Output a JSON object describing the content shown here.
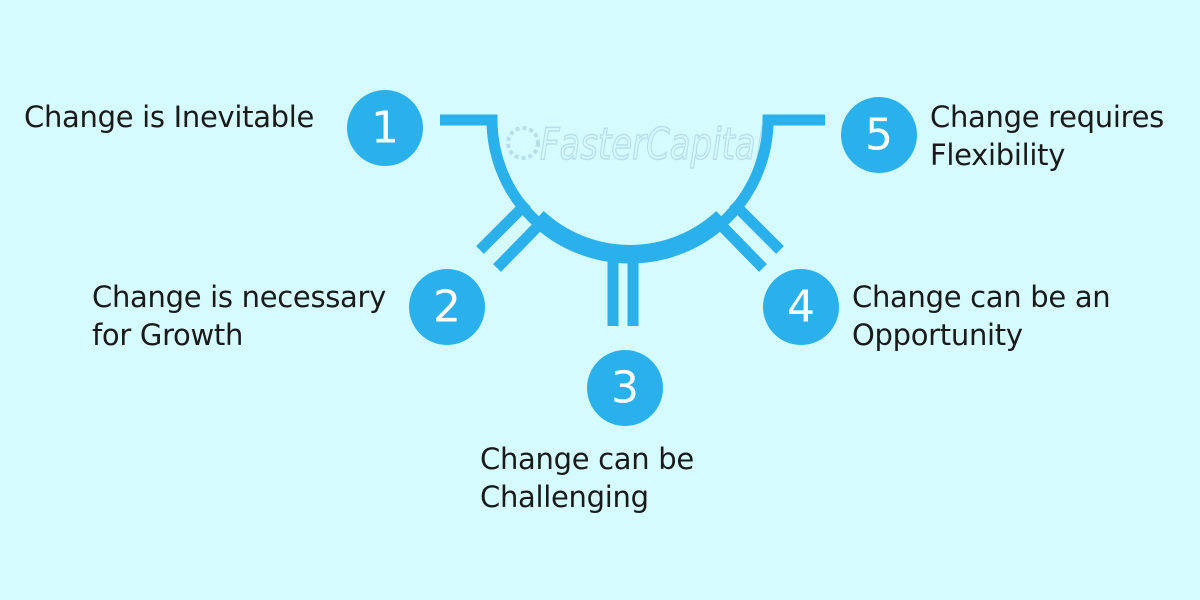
{
  "colors": {
    "background": "#d6fbfe",
    "accent": "#2ab0ea",
    "number": "#ffffff",
    "text": "#1a1a1a",
    "watermark": "#9ec9d8"
  },
  "watermark": {
    "text": "FasterCapital"
  },
  "nodes": [
    {
      "number": "1",
      "lines": [
        "Change is Inevitable"
      ]
    },
    {
      "number": "2",
      "lines": [
        "Change is necessary",
        "for Growth"
      ]
    },
    {
      "number": "3",
      "lines": [
        "Change can be",
        "Challenging"
      ]
    },
    {
      "number": "4",
      "lines": [
        "Change can be an",
        "Opportunity"
      ]
    },
    {
      "number": "5",
      "lines": [
        "Change requires",
        "Flexibility"
      ]
    }
  ]
}
